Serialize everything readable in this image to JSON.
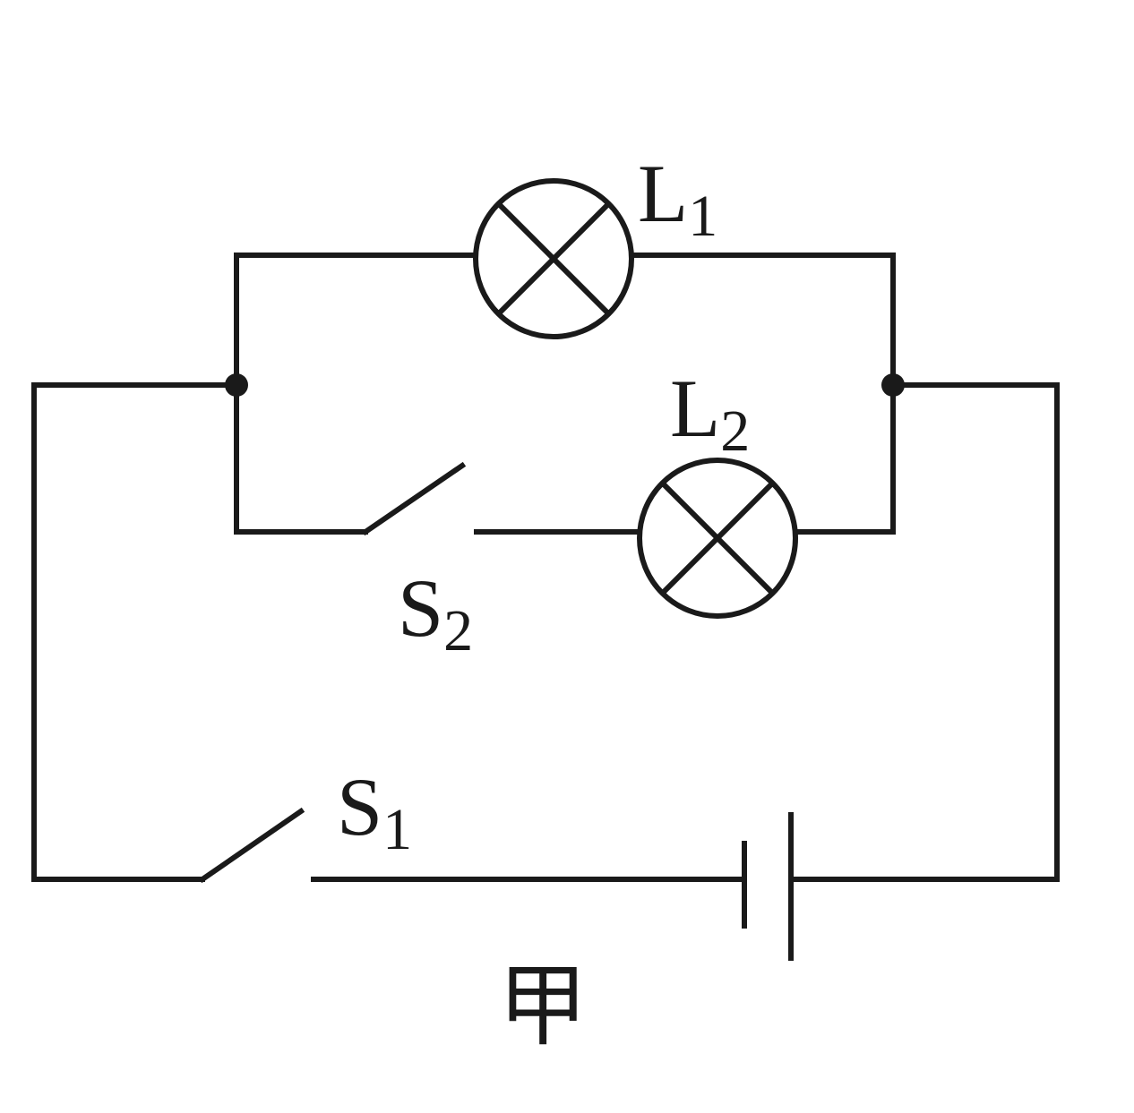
{
  "labels": {
    "lamp1": {
      "letter": "L",
      "sub": "1"
    },
    "lamp2": {
      "letter": "L",
      "sub": "2"
    },
    "switch1": {
      "letter": "S",
      "sub": "1"
    },
    "switch2": {
      "letter": "S",
      "sub": "2"
    }
  },
  "caption": "甲",
  "colors": {
    "ink": "#1a1a1a",
    "background": "#ffffff"
  }
}
